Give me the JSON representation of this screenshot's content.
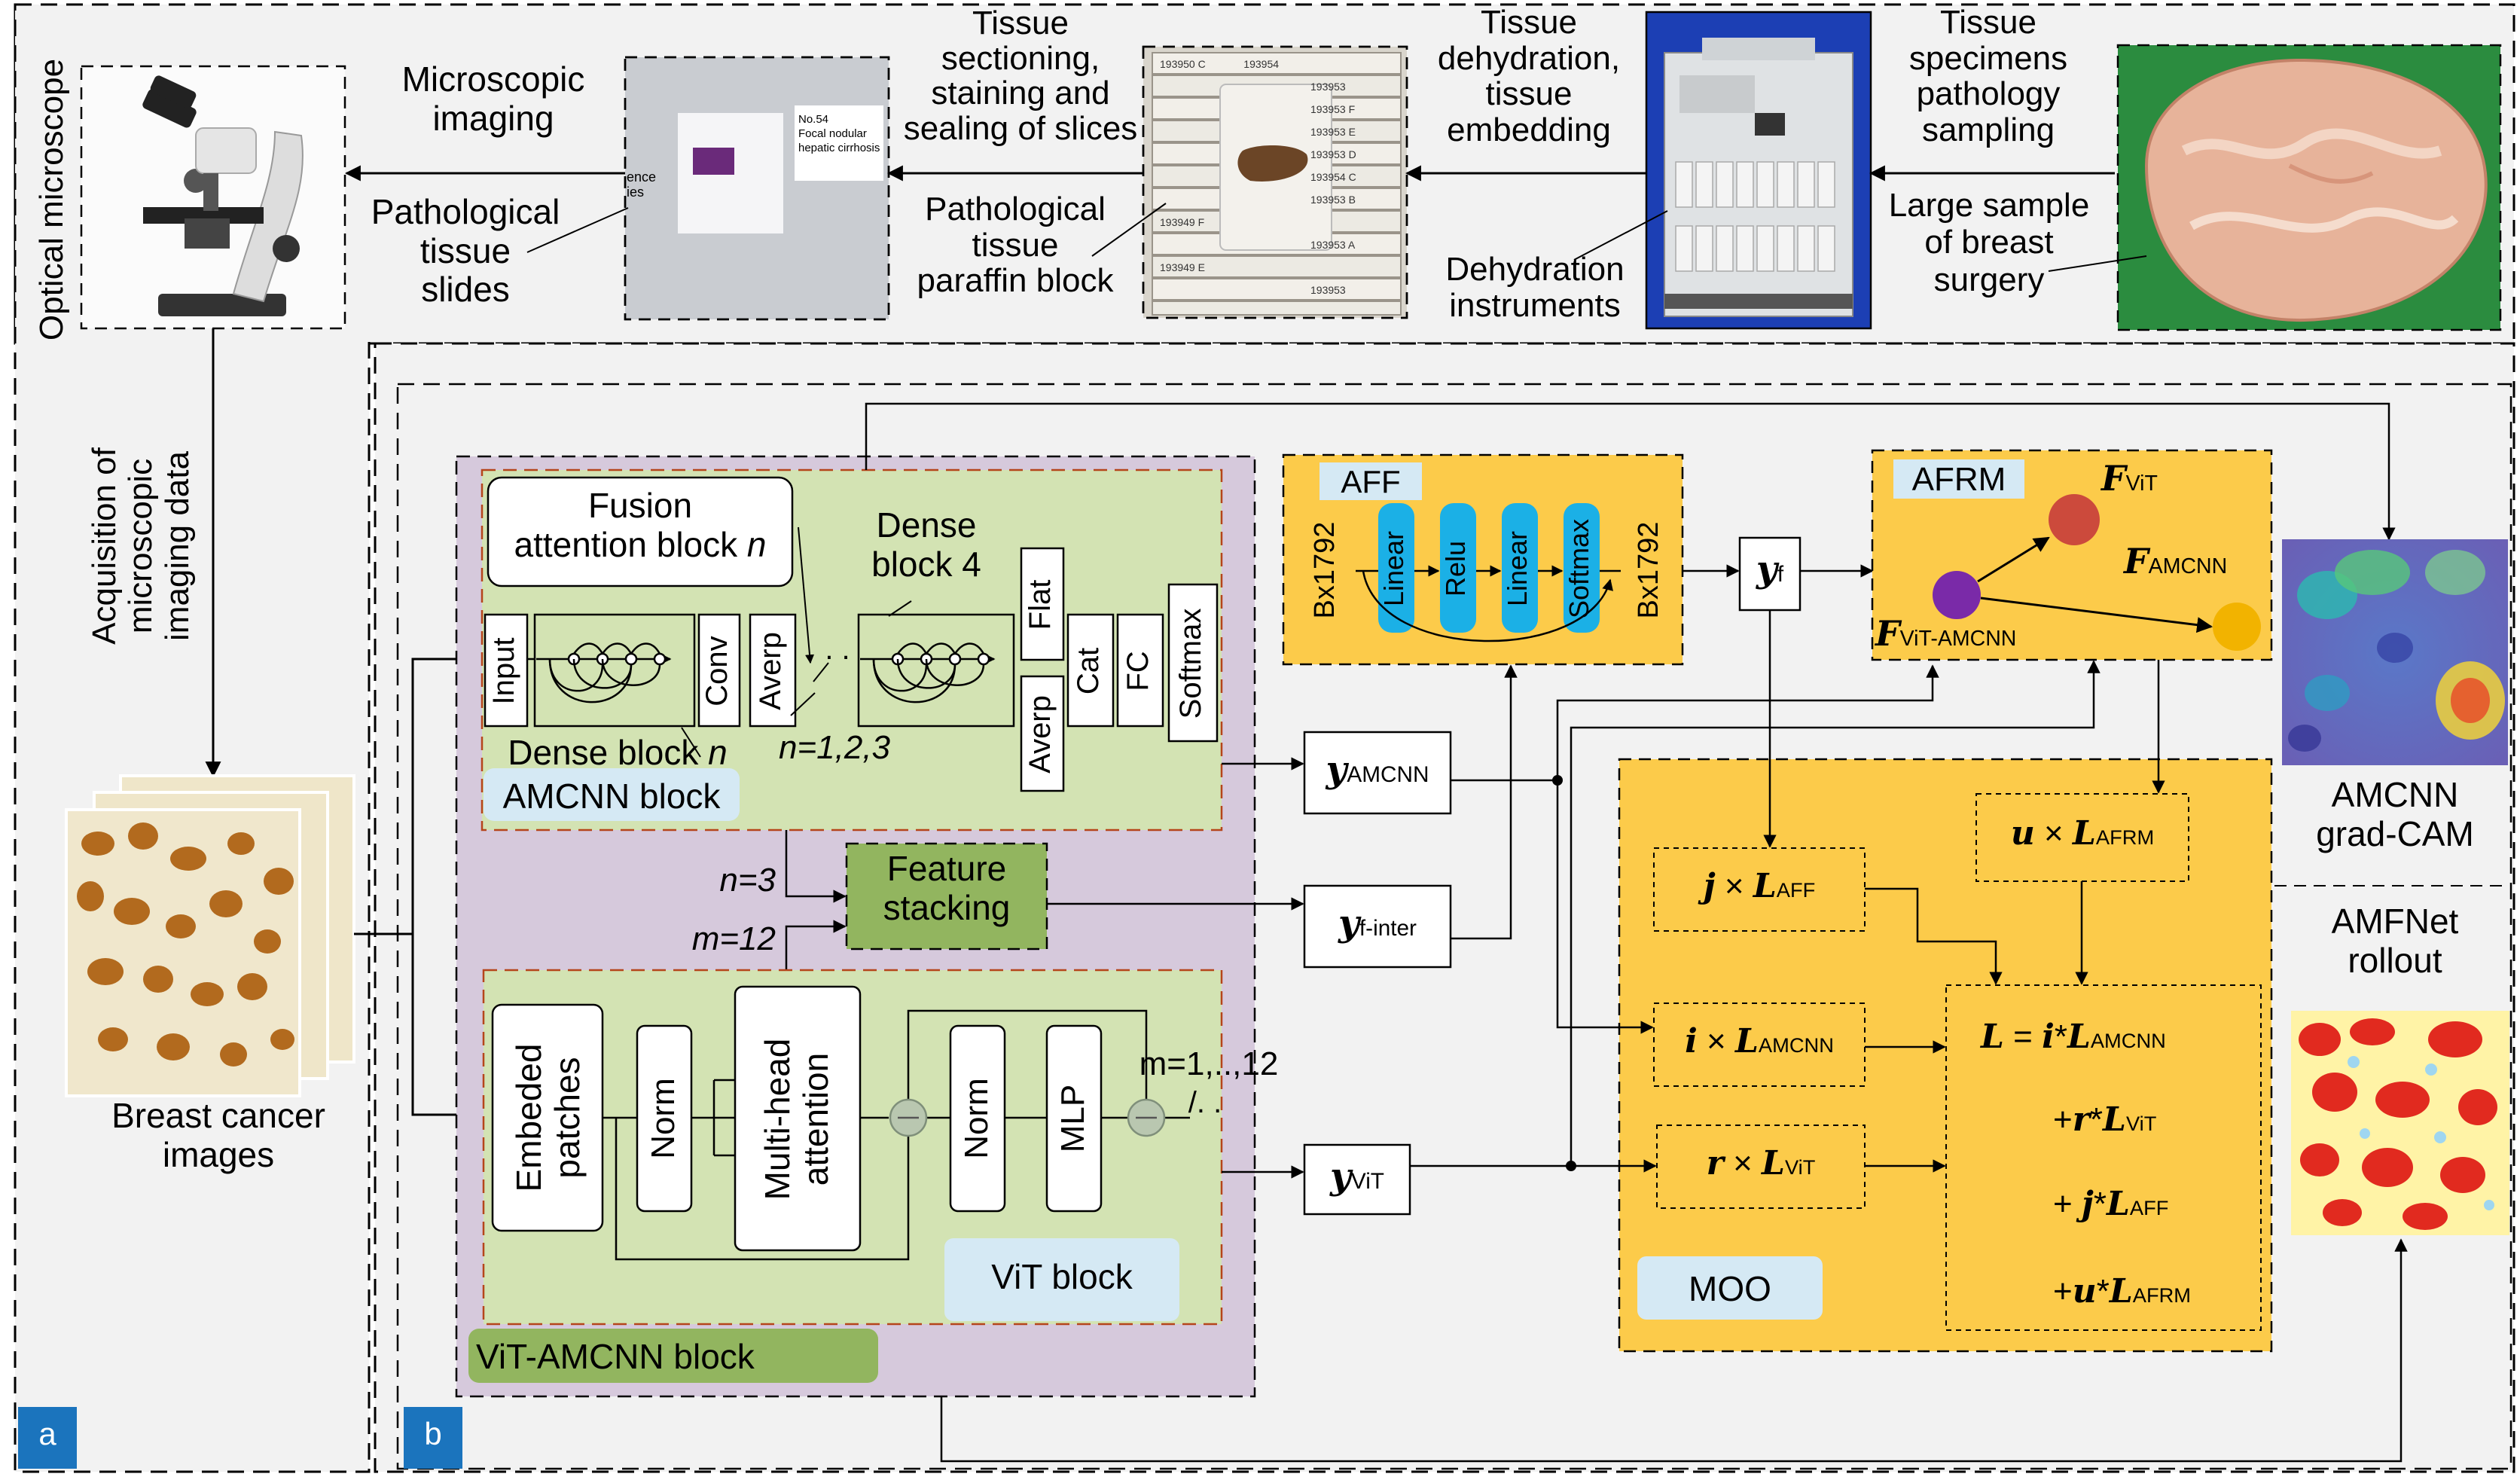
{
  "panel_a": {
    "badge": "a",
    "side_label": "Optical microscope",
    "acquisition_label": [
      "Acquisition of",
      "microscopic",
      "imaging data"
    ],
    "breast_label": [
      "Breast cancer",
      "images"
    ]
  },
  "pipeline": {
    "microscopic_imaging": [
      "Microscopic",
      "imaging"
    ],
    "pathological_slides": [
      "Pathological",
      "tissue",
      "slides"
    ],
    "tissue_sectioning": [
      "Tissue",
      "sectioning,",
      "staining and",
      "sealing of slices"
    ],
    "paraffin_block": [
      "Pathological",
      "tissue",
      "paraffin block"
    ],
    "dehydration_step": [
      "Tissue",
      "dehydration,",
      "tissue",
      "embedding"
    ],
    "dehydration_instruments": [
      "Dehydration",
      "instruments"
    ],
    "specimen_sampling": [
      "Tissue",
      "specimens",
      "pathology",
      "sampling"
    ],
    "large_sample": [
      "Large sample",
      "of breast",
      "surgery"
    ],
    "slide_text": [
      "No.54",
      "Focal nodular",
      "hepatic cirrhosis"
    ],
    "slide_partial_text": [
      "ence",
      "ies"
    ],
    "paraffin_labels": [
      "193950 C",
      "193954",
      "193953",
      "193953 F",
      "193953 E",
      "193953 D",
      "193954 C",
      "193953 B",
      "193949 F",
      "193953 A",
      "193949 E",
      "193953"
    ]
  },
  "panel_b": {
    "badge": "b",
    "vit_amcnn_block": "ViT-AMCNN block",
    "amcnn_block": "AMCNN block",
    "fusion_attention": [
      "Fusion",
      "attention block"
    ],
    "fusion_n": "n",
    "dense_block4": [
      "Dense",
      "block 4"
    ],
    "dense_block_n": "Dense block",
    "dense_n": "n",
    "n_range": "n=1,2,3",
    "layers": {
      "input": "Input",
      "conv": "Conv",
      "averp": "Averp",
      "flat": "Flat",
      "averp2": "Averp",
      "cat": "Cat",
      "fc": "FC",
      "softmax": "Softmax"
    },
    "dots": ". .",
    "n3": "n=3",
    "m12": "m=12",
    "feature_stacking": [
      "Feature",
      "stacking"
    ],
    "vit": {
      "embeded_patches": [
        "Embeded",
        "patches"
      ],
      "norm1": "Norm",
      "mha": [
        "Multi-head",
        "attention"
      ],
      "norm2": "Norm",
      "mlp": "MLP",
      "m_range": "m=1,..,12",
      "slash": "/. .",
      "vit_block": "ViT block"
    },
    "outputs": {
      "amcnn": {
        "sym": "y",
        "sub": "AMCNN"
      },
      "finter": {
        "sym": "y",
        "sub": "f-inter"
      },
      "vit": {
        "sym": "y",
        "sub": "ViT"
      },
      "f": {
        "sym": "y",
        "sub": "f"
      }
    },
    "aff": {
      "title": "AFF",
      "in_dim": "Bx1792",
      "out_dim": "Bx1792",
      "layers": [
        "Linear",
        "Relu",
        "Linear",
        "Softmax"
      ]
    },
    "afrm": {
      "title": "AFRM",
      "f_vit": {
        "sym": "F",
        "sub": "ViT"
      },
      "f_amcnn": {
        "sym": "F",
        "sub": "AMCNN"
      },
      "f_vit_amcnn": {
        "sym": "F",
        "sub": "ViT-AMCNN"
      }
    },
    "moo": {
      "title": "MOO",
      "terms": {
        "j": {
          "coef": "j",
          "sub": "AFF"
        },
        "u": {
          "coef": "u",
          "sub": "AFRM"
        },
        "i": {
          "coef": "i",
          "sub": "AMCNN"
        },
        "r": {
          "coef": "r",
          "sub": "ViT"
        }
      },
      "times": "×",
      "loss_sym": "L",
      "eq_lines": [
        {
          "prefix": "= ",
          "coef": "i",
          "star": "*",
          "sub": "AMCNN"
        },
        {
          "prefix": "+",
          "coef": "r",
          "star": "*",
          "sub": "ViT"
        },
        {
          "prefix": "+ ",
          "coef": "j",
          "star": "*",
          "sub": "AFF"
        },
        {
          "prefix": "+",
          "coef": "u",
          "star": "*",
          "sub": "AFRM"
        }
      ]
    },
    "gradcam_label": [
      "AMCNN",
      "grad-CAM"
    ],
    "rollout_label": [
      "AMFNet",
      "rollout"
    ]
  },
  "colors": {
    "purple": "#d6c9dc",
    "green": "#d3e3b3",
    "darkgreen": "#92b55f",
    "yellow": "#fccb4a",
    "cyan": "#1bb0e6",
    "lightblue": "#d5e9f4",
    "badge": "#1b74bd",
    "grey": "#f2f2f2"
  }
}
